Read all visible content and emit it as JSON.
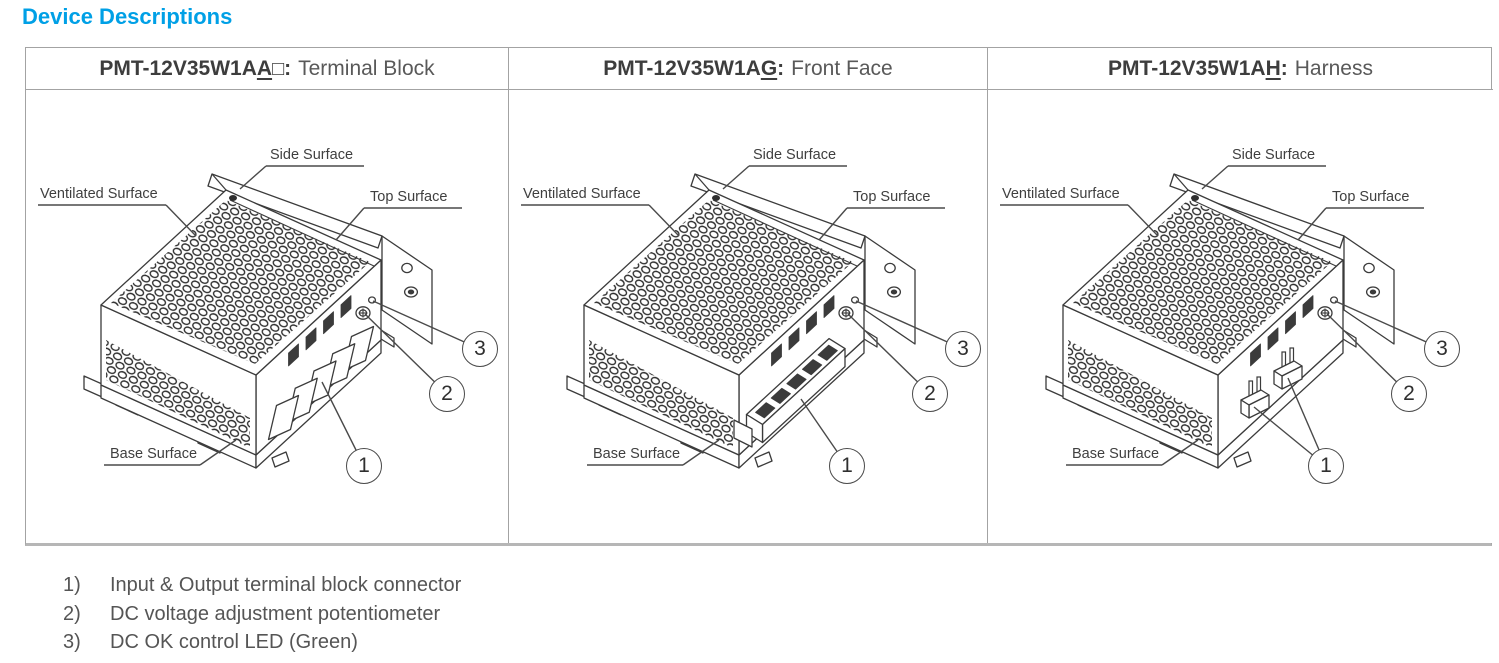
{
  "title": "Device Descriptions",
  "colors": {
    "accent": "#00A0E6",
    "line_art": "#3b3b3b",
    "table_border": "#a3a3a3"
  },
  "table": {
    "columns": [
      {
        "model_prefix": "PMT-12V35W1A",
        "model_suffix": "A",
        "model_box": "□",
        "colon": ":",
        "variant_label": "Terminal Block"
      },
      {
        "model_prefix": "PMT-12V35W1A",
        "model_suffix": "G",
        "model_box": "",
        "colon": ":",
        "variant_label": "Front Face"
      },
      {
        "model_prefix": "PMT-12V35W1A",
        "model_suffix": "H",
        "model_box": "",
        "colon": ":",
        "variant_label": "Harness"
      }
    ]
  },
  "diagram_labels": {
    "side": "Side Surface",
    "ventilated": "Ventilated Surface",
    "top": "Top Surface",
    "base": "Base Surface"
  },
  "callouts": [
    "1",
    "2",
    "3"
  ],
  "legend": [
    {
      "num": "1)",
      "text": "Input & Output terminal block connector"
    },
    {
      "num": "2)",
      "text": "DC voltage adjustment potentiometer"
    },
    {
      "num": "3)",
      "text": "DC OK control LED (Green)"
    }
  ]
}
